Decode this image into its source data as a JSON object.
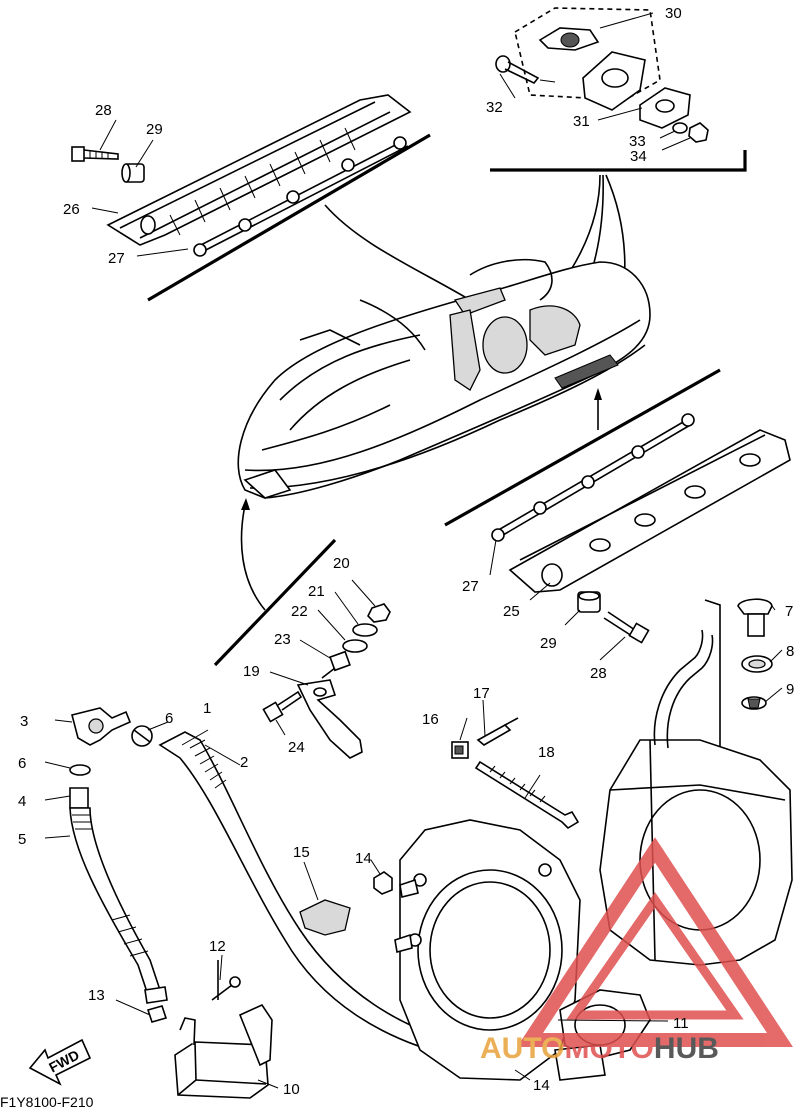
{
  "diagram_code": "F1Y8100-F210",
  "fwd_label": "FWD",
  "watermark": {
    "part1": "AUTO",
    "part2": "MOTO",
    "part3": "HUB",
    "color1": "#e8a33a",
    "color2": "#e05050",
    "color3": "#3d3d3d"
  },
  "callouts": {
    "n1": "1",
    "n2": "2",
    "n3": "3",
    "n4": "4",
    "n5": "5",
    "n6a": "6",
    "n6b": "6",
    "n7": "7",
    "n8": "8",
    "n9": "9",
    "n10": "10",
    "n11": "11",
    "n12": "12",
    "n13": "13",
    "n14a": "14",
    "n14b": "14",
    "n15": "15",
    "n16": "16",
    "n17": "17",
    "n18": "18",
    "n19": "19",
    "n20": "20",
    "n21": "21",
    "n22": "22",
    "n23": "23",
    "n24": "24",
    "n25": "25",
    "n26": "26",
    "n27a": "27",
    "n27b": "27",
    "n28a": "28",
    "n28b": "28",
    "n29a": "29",
    "n29b": "29",
    "n30": "30",
    "n31": "31",
    "n32": "32",
    "n33": "33",
    "n34": "34"
  }
}
